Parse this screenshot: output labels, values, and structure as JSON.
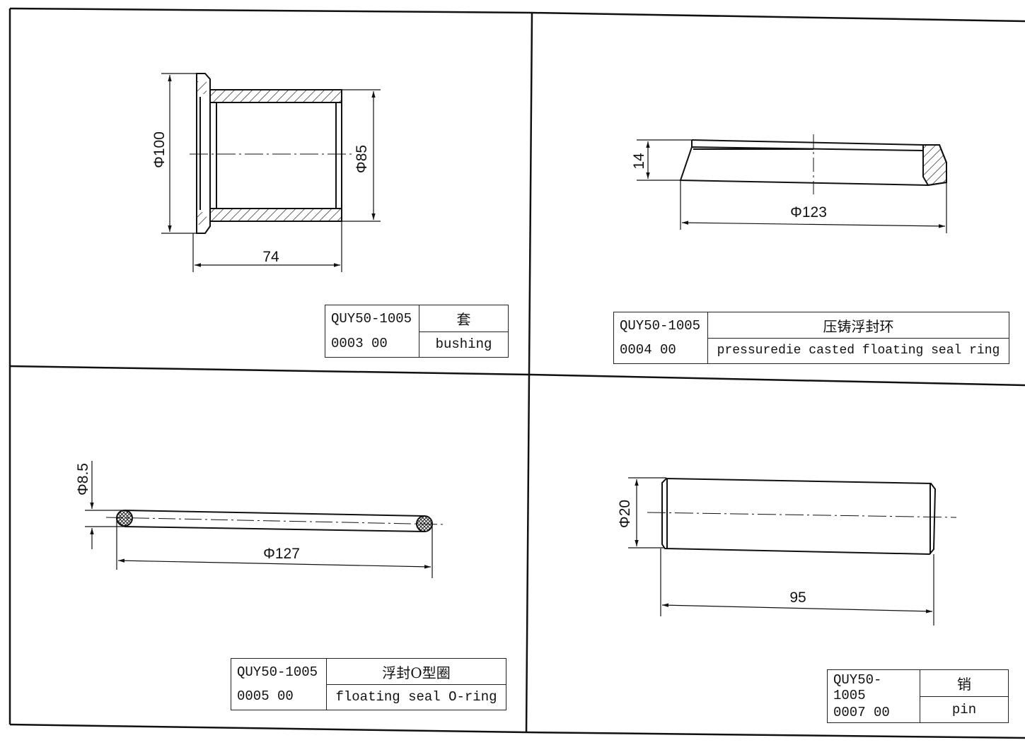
{
  "parts": [
    {
      "code_line1": "QUY50-1005",
      "code_line2": "0003 00",
      "name_cn": "套",
      "name_en": "bushing",
      "dimensions": {
        "outer_diameter": "Φ100",
        "inner_diameter": "Φ85",
        "length": "74"
      }
    },
    {
      "code_line1": "QUY50-1005",
      "code_line2": "0004 00",
      "name_cn": "压铸浮封环",
      "name_en": "pressuredie casted floating seal ring",
      "dimensions": {
        "height": "14",
        "diameter": "Φ123"
      }
    },
    {
      "code_line1": "QUY50-1005",
      "code_line2": "0005 00",
      "name_cn": "浮封O型圈",
      "name_en": "floating seal O-ring",
      "dimensions": {
        "section_diameter": "Φ8.5",
        "diameter": "Φ127"
      }
    },
    {
      "code_line1": "QUY50-1005",
      "code_line2": "0007 00",
      "name_cn": "销",
      "name_en": "pin",
      "dimensions": {
        "diameter": "Φ20",
        "length": "95"
      }
    }
  ]
}
